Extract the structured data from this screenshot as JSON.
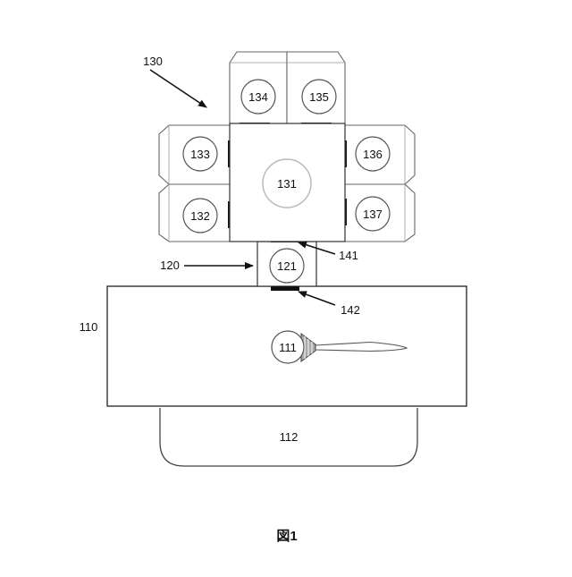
{
  "diagram": {
    "caption": "図1",
    "labels": {
      "main_body": "110",
      "bottom_unit": "112",
      "tool": "111",
      "connector_group": "120",
      "connector": "121",
      "module_group": "130",
      "center_module": "131",
      "module_132": "132",
      "module_133": "133",
      "module_134": "134",
      "module_135": "135",
      "module_136": "136",
      "module_137": "137",
      "contact_141": "141",
      "contact_142": "142"
    }
  }
}
